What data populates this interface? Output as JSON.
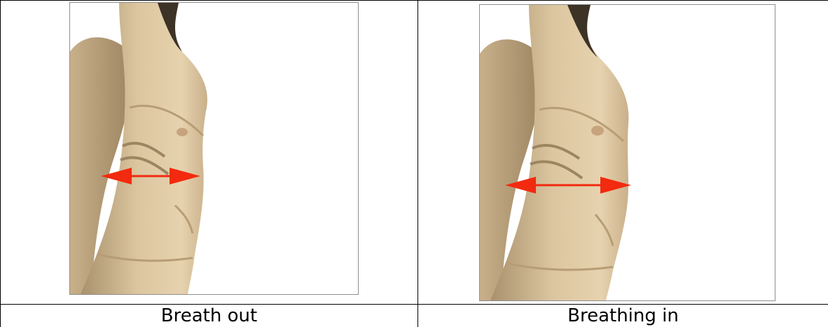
{
  "panels": [
    {
      "caption": "Breath out",
      "image_subject": "muscular male torso in side view",
      "arrow_color": "#f22a0f",
      "skin_color": "#d9c29a"
    },
    {
      "caption": "Breathing in",
      "image_subject": "muscular male torso in side view with expanded rib cage",
      "arrow_color": "#f22a0f",
      "skin_color": "#d9c29a"
    }
  ]
}
